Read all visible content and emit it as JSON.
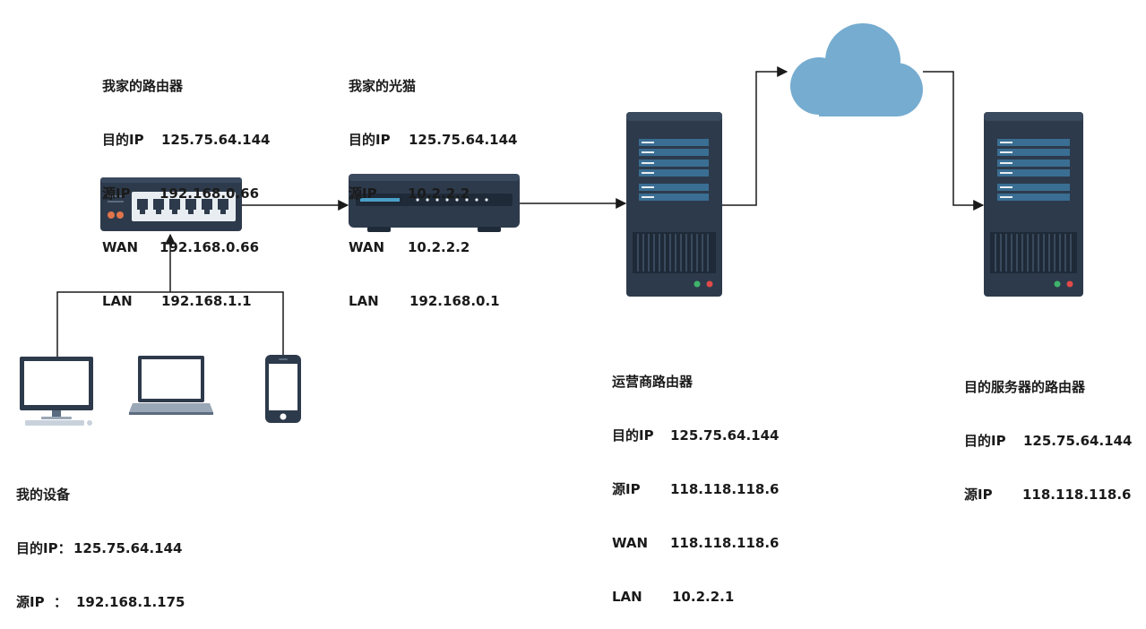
{
  "my_router": {
    "title": "我家的路由器",
    "rows": [
      {
        "k": "目的IP",
        "v": "125.75.64.144"
      },
      {
        "k": "源IP",
        "v": "192.168.0.66"
      },
      {
        "k": "WAN",
        "v": "192.168.0.66"
      },
      {
        "k": "LAN",
        "v": "192.168.1.1"
      }
    ]
  },
  "my_modem": {
    "title": "我家的光猫",
    "rows": [
      {
        "k": "目的IP",
        "v": "125.75.64.144"
      },
      {
        "k": "源IP",
        "v": "10.2.2.2"
      },
      {
        "k": "WAN",
        "v": "10.2.2.2"
      },
      {
        "k": "LAN",
        "v": "192.168.0.1"
      }
    ]
  },
  "isp_router": {
    "title": "运营商路由器",
    "rows": [
      {
        "k": "目的IP",
        "v": "125.75.64.144"
      },
      {
        "k": "源IP",
        "v": "118.118.118.6"
      },
      {
        "k": "WAN",
        "v": "118.118.118.6"
      },
      {
        "k": "LAN",
        "v": "10.2.2.1"
      }
    ]
  },
  "target_router": {
    "title": "目的服务器的路由器",
    "rows": [
      {
        "k": "目的IP",
        "v": "125.75.64.144"
      },
      {
        "k": "源IP",
        "v": "118.118.118.6"
      }
    ]
  },
  "my_device": {
    "title": "我的设备",
    "rows": [
      {
        "k": "目的IP：",
        "v": "125.75.64.144"
      },
      {
        "k": "源IP  ：",
        "v": "192.168.1.175"
      }
    ]
  },
  "colors": {
    "device_body": "#2d3a4b",
    "device_panel": "#e8edf2",
    "server_bar": "#3a6e93",
    "cloud": "#76acd0",
    "modem_lights": "#e8b45a",
    "led_orange": "#e0744a",
    "led_green": "#3fb36b",
    "led_red": "#e04a4a",
    "line": "#1a1a1a"
  },
  "icons": [
    "router-icon",
    "modem-icon",
    "server-icon",
    "cloud-icon",
    "desktop-icon",
    "laptop-icon",
    "phone-icon"
  ]
}
